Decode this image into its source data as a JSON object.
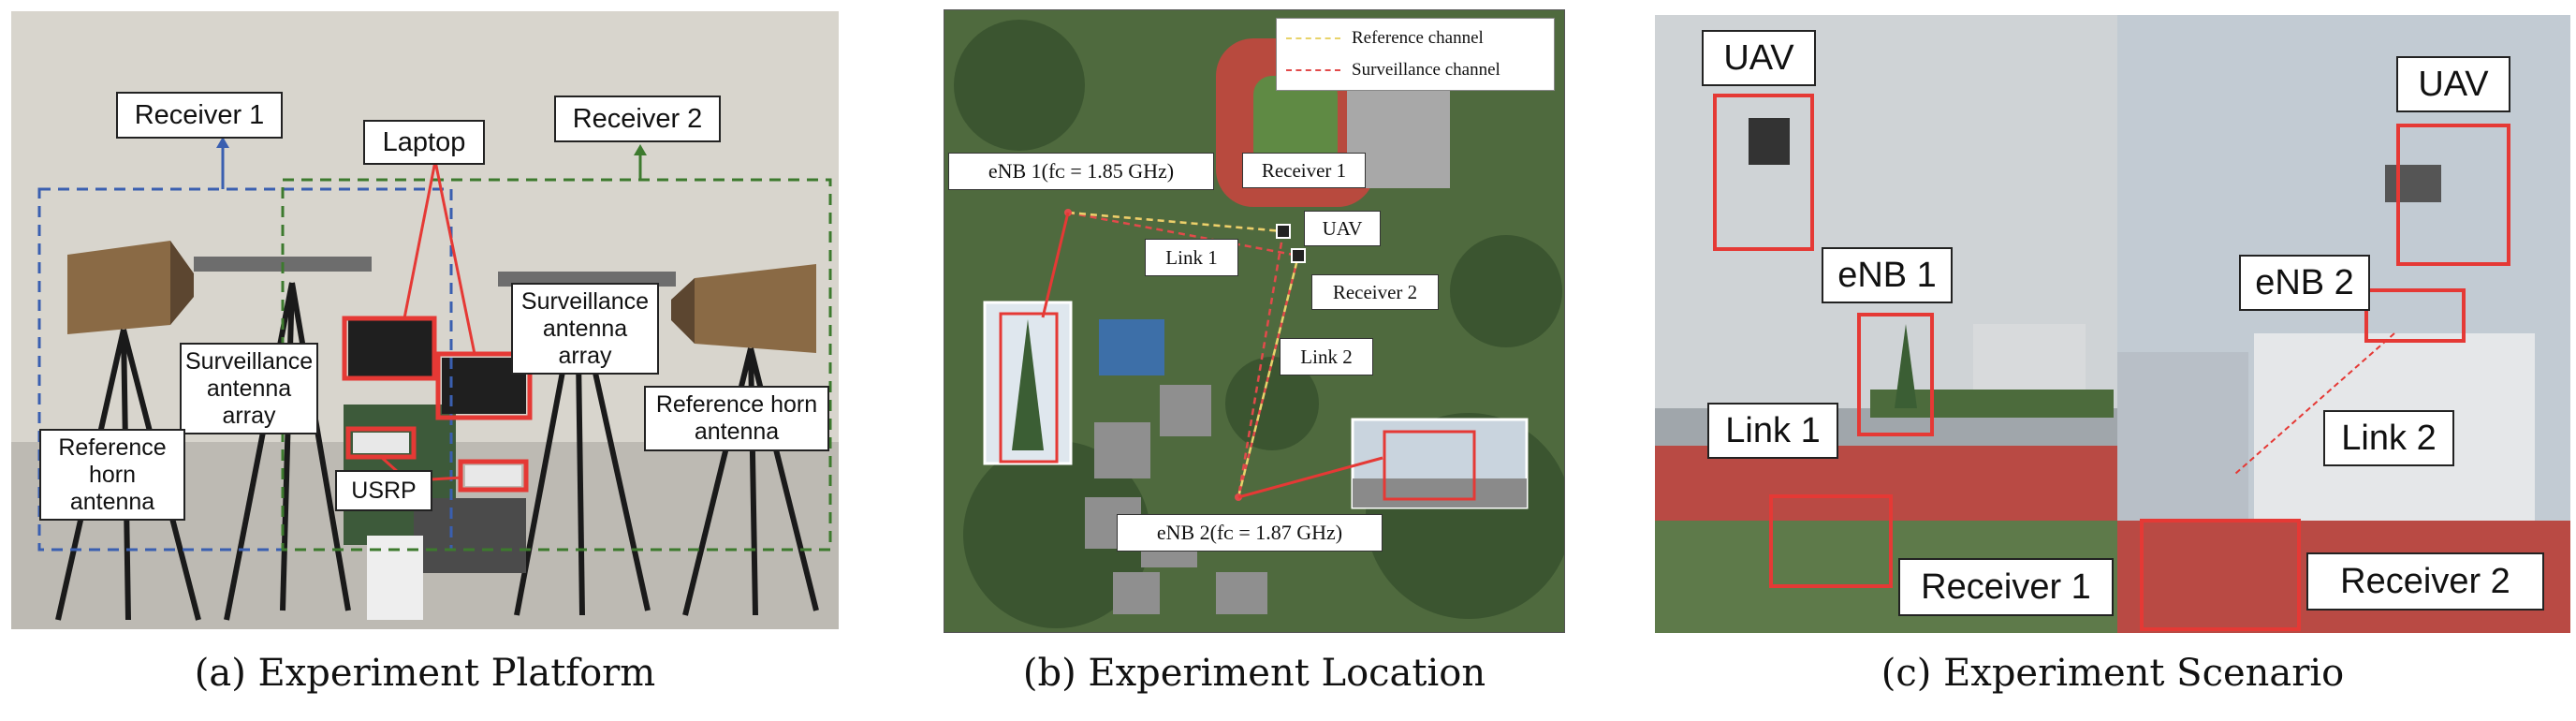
{
  "panel_a": {
    "labels": {
      "receiver1": "Receiver 1",
      "receiver2": "Receiver 2",
      "laptop": "Laptop",
      "surv_left": "Surveillance antenna array",
      "surv_right": "Surveillance antenna array",
      "ref_left": "Reference horn antenna",
      "ref_right": "Reference horn antenna",
      "usrp": "USRP"
    },
    "caption": "(a)  Experiment Platform"
  },
  "panel_b": {
    "labels": {
      "enb1": "eNB 1(fᴄ = 1.85 GHz)",
      "receiver1": "Receiver 1",
      "uav": "UAV",
      "link1": "Link 1",
      "receiver2": "Receiver 2",
      "link2": "Link 2",
      "enb2": "eNB 2(fᴄ = 1.87 GHz)"
    },
    "legend": {
      "reference": "Reference channel",
      "surveillance": "Surveillance channel",
      "reference_color": "#e8d36a",
      "surveillance_color": "#e24a4a"
    },
    "caption": "(b)  Experiment Location"
  },
  "panel_c": {
    "labels": {
      "uav_left": "UAV",
      "uav_right": "UAV",
      "enb1": "eNB 1",
      "enb2": "eNB 2",
      "link1": "Link 1",
      "link2": "Link 2",
      "receiver1": "Receiver 1",
      "receiver2": "Receiver 2"
    },
    "caption": "(c)  Experiment Scenario"
  },
  "colors": {
    "highlight_red": "#e53935",
    "receiver1_blue": "#3a5fb0",
    "receiver2_green": "#3d7a2e"
  }
}
